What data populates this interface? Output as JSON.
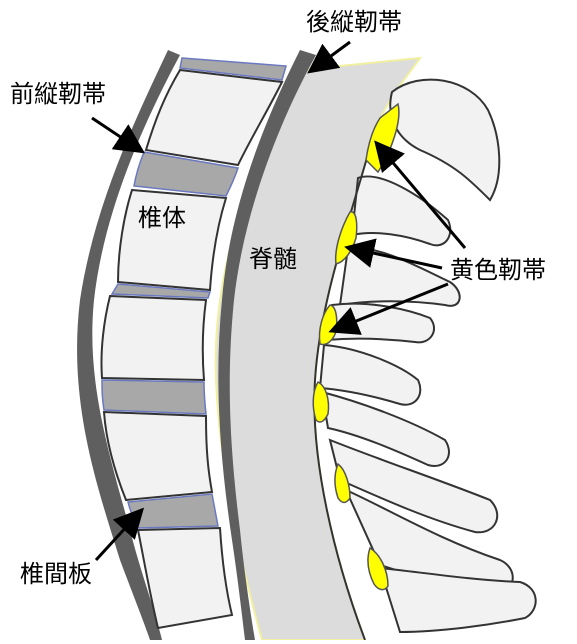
{
  "labels": {
    "anterior_longitudinal_ligament": "前縦靭帯",
    "posterior_longitudinal_ligament": "後縦靭帯",
    "vertebral_body": "椎体",
    "spinal_cord": "脊髄",
    "ligamentum_flavum": "黄色靭帯",
    "intervertebral_disc": "椎間板"
  },
  "colors": {
    "ligament": "#5f5f5f",
    "bone_fill": "#f2f2f2",
    "disc_fill": "#a8a8a8",
    "disc_edge": "#6a78c0",
    "cord_fill": "#dcdcdc",
    "cord_edge": "#f0f0a0",
    "flavum": "#ffff00",
    "outline": "#333333"
  }
}
